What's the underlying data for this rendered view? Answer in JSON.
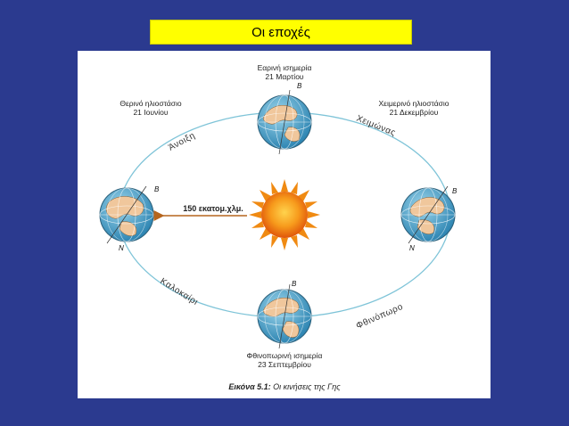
{
  "title": "Οι εποχές",
  "diagram": {
    "positions": {
      "top": {
        "line1": "Εαρινή ισημερία",
        "line2": "21 Μαρτίου"
      },
      "left": {
        "line1": "Θερινό ηλιοστάσιο",
        "line2": "21 Ιουνίου"
      },
      "right": {
        "line1": "Χειμερινό ηλιοστάσιο",
        "line2": "21 Δεκεμβρίου"
      },
      "bottom": {
        "line1": "Φθινοπωρινή ισημερία",
        "line2": "23 Σεπτεμβρίου"
      }
    },
    "seasons": {
      "spring": "Άνοιξη",
      "winter": "Χειμώνας",
      "summer": "Καλοκαίρι",
      "autumn": "Φθινόπωρο"
    },
    "distance": "150 εκατομ.χλμ.",
    "pole_north_label": "Β",
    "pole_south_label": "Ν",
    "caption_bold": "Εικόνα 5.1:",
    "caption_rest": " Οι κινήσεις της Γης",
    "colors": {
      "orbit": "#7fc4d8",
      "ocean": "#4aa3c9",
      "land": "#f0c79c",
      "sun": "#f08a12",
      "arrow": "#b5651d"
    }
  }
}
